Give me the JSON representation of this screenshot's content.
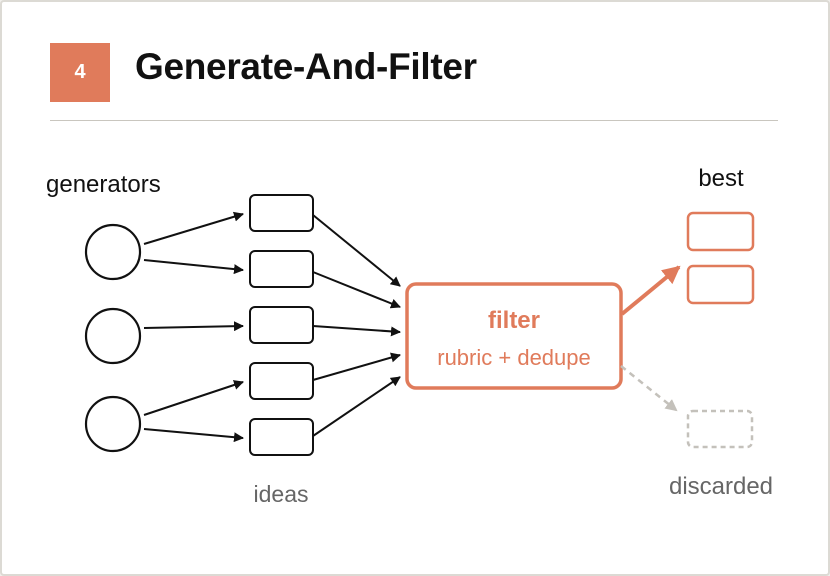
{
  "badge": {
    "number": "4"
  },
  "title": "Generate-And-Filter",
  "labels": {
    "generators": "generators",
    "ideas": "ideas",
    "best": "best",
    "discarded": "discarded"
  },
  "filter": {
    "title": "filter",
    "subtitle": "rubric + dedupe"
  },
  "colors": {
    "accent": "#e07b5b",
    "ink": "#111111",
    "muted": "#bdbab4",
    "muted_text": "#666666"
  }
}
